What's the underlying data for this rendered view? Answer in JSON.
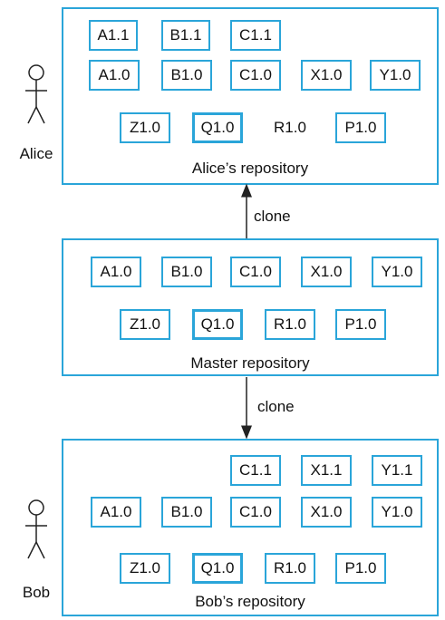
{
  "accent_color": "#2aa5d9",
  "actors": {
    "alice": {
      "name": "Alice",
      "icon": "stick-figure-icon"
    },
    "bob": {
      "name": "Bob",
      "icon": "stick-figure-icon"
    }
  },
  "alice_repo": {
    "label": "Alice’s repository",
    "row1": [
      "A1.1",
      "B1.1",
      "C1.1"
    ],
    "row2": [
      "A1.0",
      "B1.0",
      "C1.0",
      "X1.0",
      "Y1.0"
    ],
    "row3": [
      "Z1.0",
      "Q1.0",
      "R1.0",
      "P1.0"
    ]
  },
  "master_repo": {
    "label": "Master repository",
    "row1": [
      "A1.0",
      "B1.0",
      "C1.0",
      "X1.0",
      "Y1.0"
    ],
    "row2": [
      "Z1.0",
      "Q1.0",
      "R1.0",
      "P1.0"
    ]
  },
  "bob_repo": {
    "label": "Bob’s repository",
    "row1": [
      "C1.1",
      "X1.1",
      "Y1.1"
    ],
    "row2": [
      "A1.0",
      "B1.0",
      "C1.0",
      "X1.0",
      "Y1.0"
    ],
    "row3": [
      "Z1.0",
      "Q1.0",
      "R1.0",
      "P1.0"
    ]
  },
  "edges": {
    "master_to_alice": "clone",
    "master_to_bob": "clone"
  }
}
